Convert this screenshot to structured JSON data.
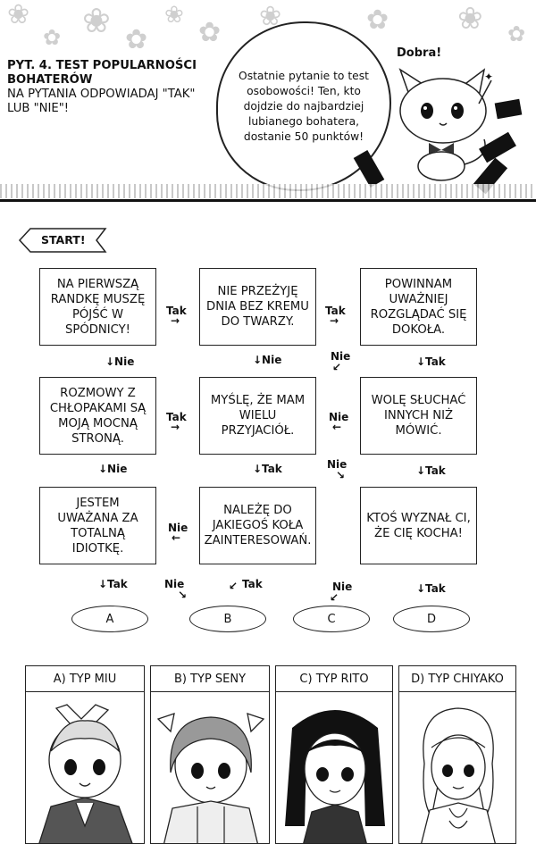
{
  "header": {
    "question_title": "Pyt. 4. Test popularności bohaterów",
    "question_subtitle": "Na pytania odpowiadaj \"Tak\" lub \"Nie\"!",
    "speech": "Ostatnie pytanie to test osobowości! Ten, kto dojdzie do najbardziej lubianego bohatera, dostanie 50 punktów!",
    "cat_speech": "Dobra!"
  },
  "start_label": "START!",
  "boxes": {
    "r1c1": "Na pierwszą randkę muszę pójść w spódnicy!",
    "r1c2": "Nie przeżyję dnia bez kremu do twarzy.",
    "r1c3": "Powinnam uważniej rozglądać się dokoła.",
    "r2c1": "Rozmowy z chłopakami są moją mocną stroną.",
    "r2c2": "Myślę, że mam wielu przyjaciół.",
    "r2c3": "Wolę słuchać innych niż mówić.",
    "r3c1": "Jestem uważana za totalną idiotkę.",
    "r3c2": "Należę do jakiegoś koła zainteresowań.",
    "r3c3": "Ktoś wyznał ci, że cię kocha!"
  },
  "labels": {
    "tak": "Tak",
    "nie": "Nie",
    "down_tak": "↓Tak",
    "down_nie": "↓Nie"
  },
  "results": [
    "A",
    "B",
    "C",
    "D"
  ],
  "types": [
    {
      "title": "A) Typ Miu"
    },
    {
      "title": "B) Typ Seny"
    },
    {
      "title": "C) Typ Rito"
    },
    {
      "title": "D) Typ Chiyako"
    }
  ]
}
